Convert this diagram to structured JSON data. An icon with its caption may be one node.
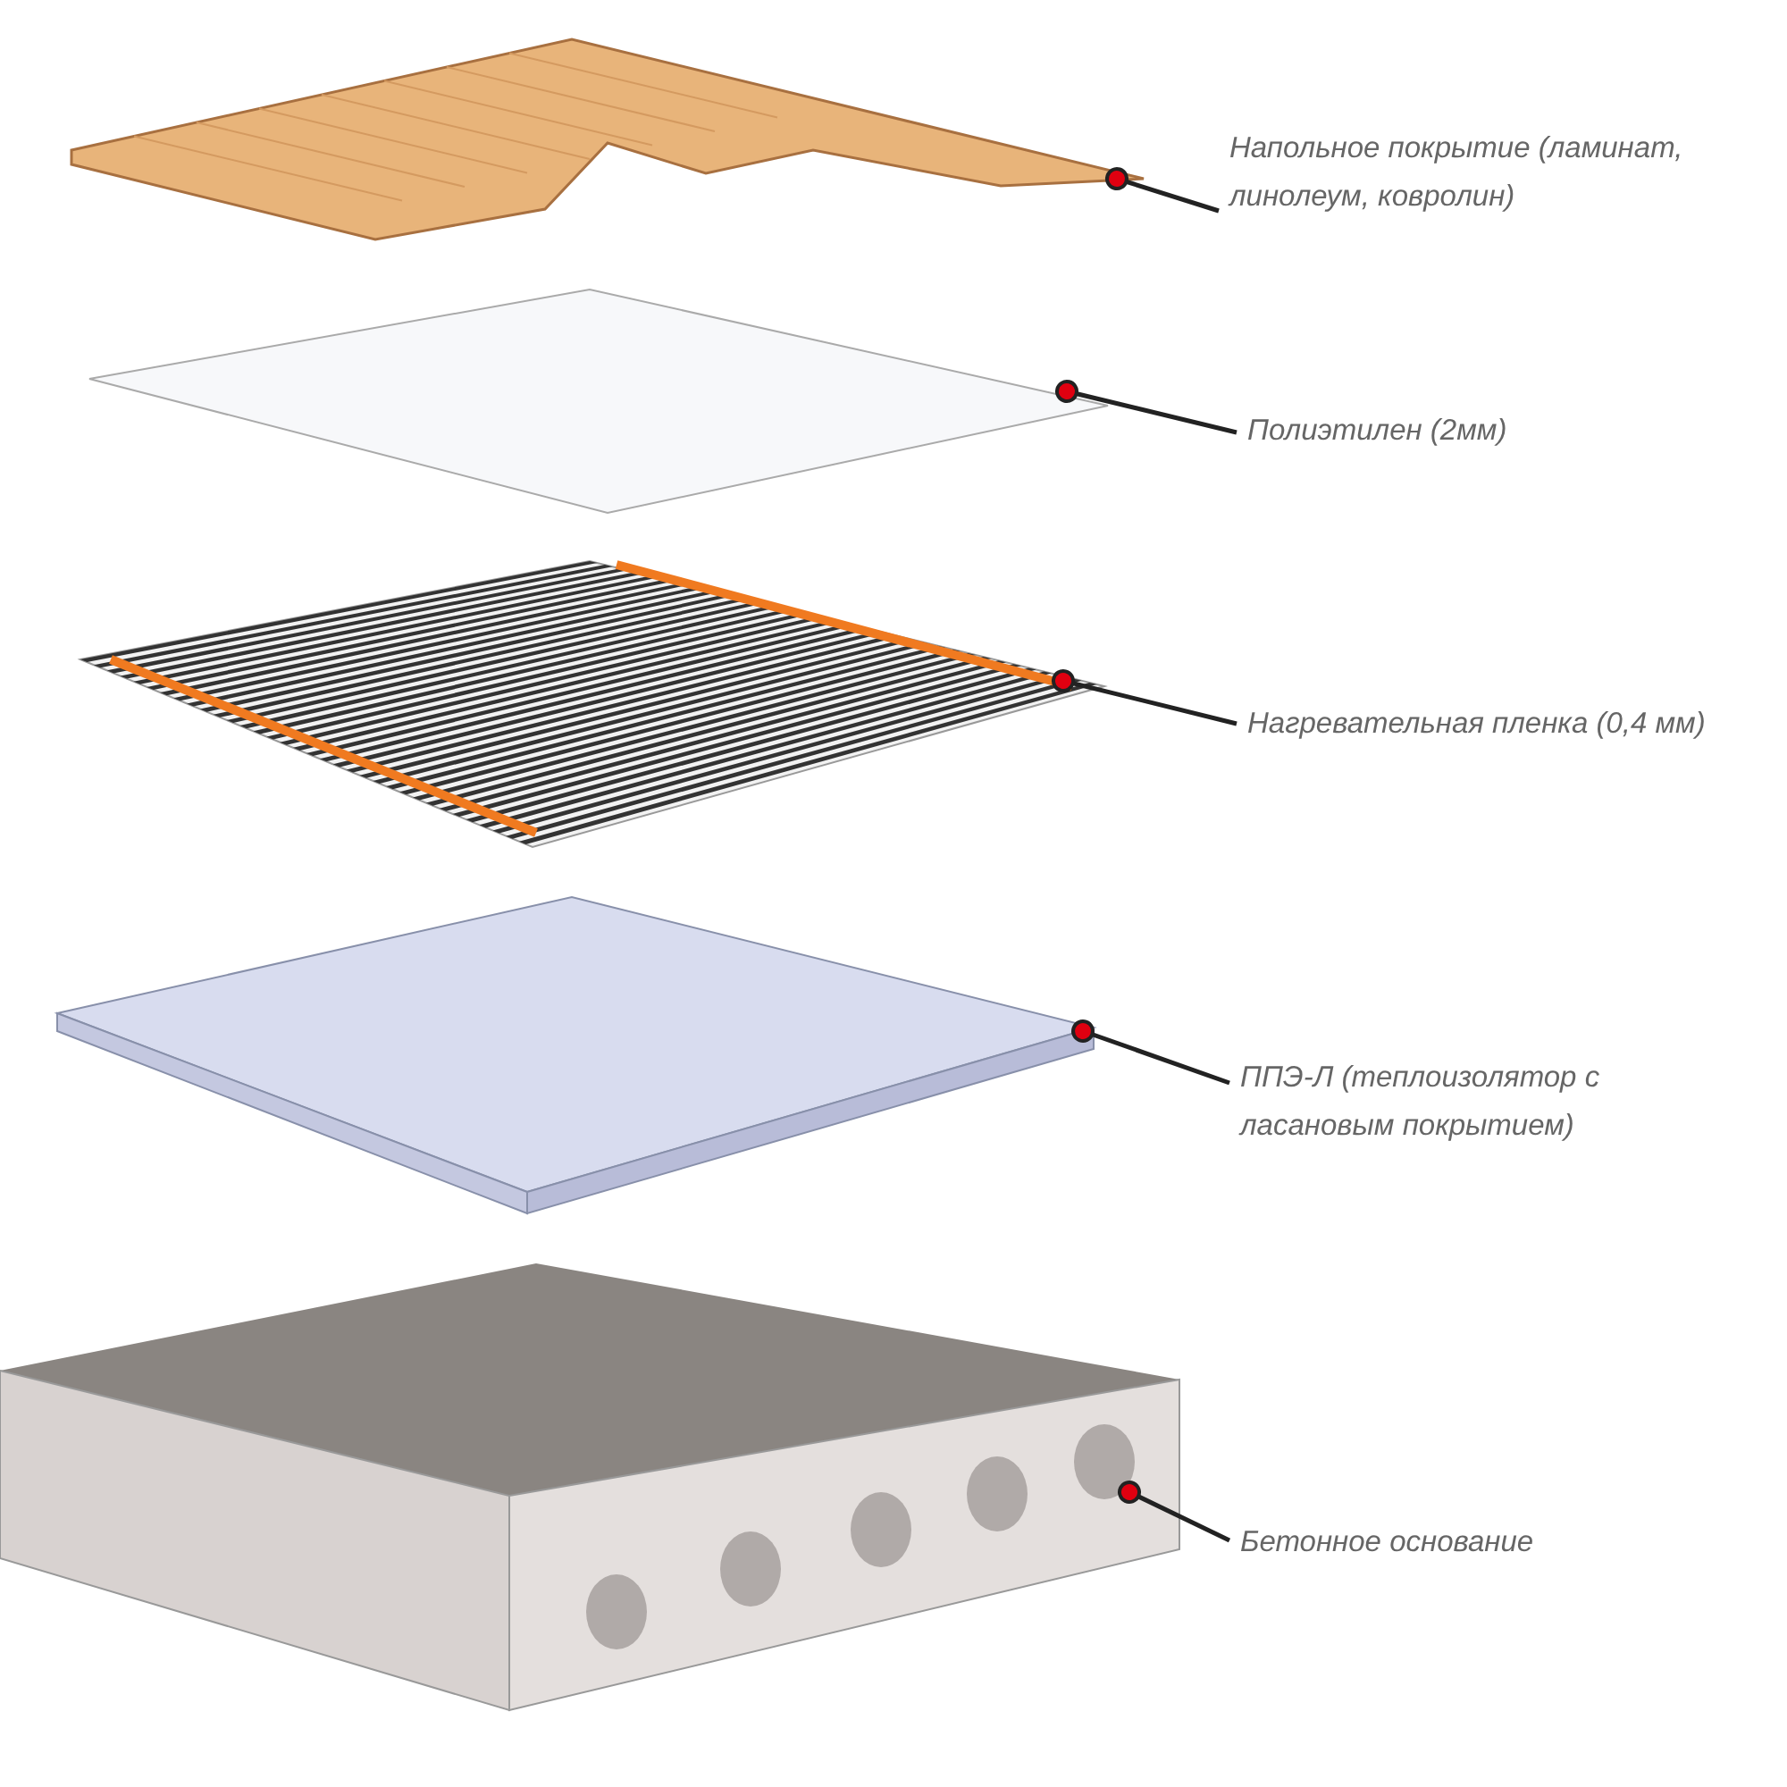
{
  "diagram": {
    "nodes": [
      {
        "text": [
          "Напольное покрытие (ламинат, линолеум, ковролин)"
        ]
      },
      {
        "text": [
          "Полиэтилен (2мм)"
        ]
      },
      {
        "text": [
          "Нагревательная пленка (0,4 мм)"
        ]
      },
      {
        "text": [
          "ППЭ-Л (теплоизолятор с ласановым покрытием)"
        ]
      },
      {
        "text": [
          "Бетонное основание"
        ]
      },
      {
        "text": [],
        "shape": "picture"
      },
      {
        "text": [],
        "shape": "picture"
      },
      {
        "text": [],
        "shape": "picture"
      },
      {
        "text": [],
        "shape": "picture"
      },
      {
        "text": [],
        "shape": "picture"
      }
    ],
    "edges": [
      {
        "from": 0,
        "to": 5,
        "arrow": "other"
      },
      {
        "from": 1,
        "to": 6,
        "arrow": "other"
      },
      {
        "from": 2,
        "to": 7,
        "arrow": "other"
      },
      {
        "from": 3,
        "to": 8,
        "arrow": "other"
      },
      {
        "from": 4,
        "to": 9,
        "arrow": "other"
      }
    ]
  }
}
